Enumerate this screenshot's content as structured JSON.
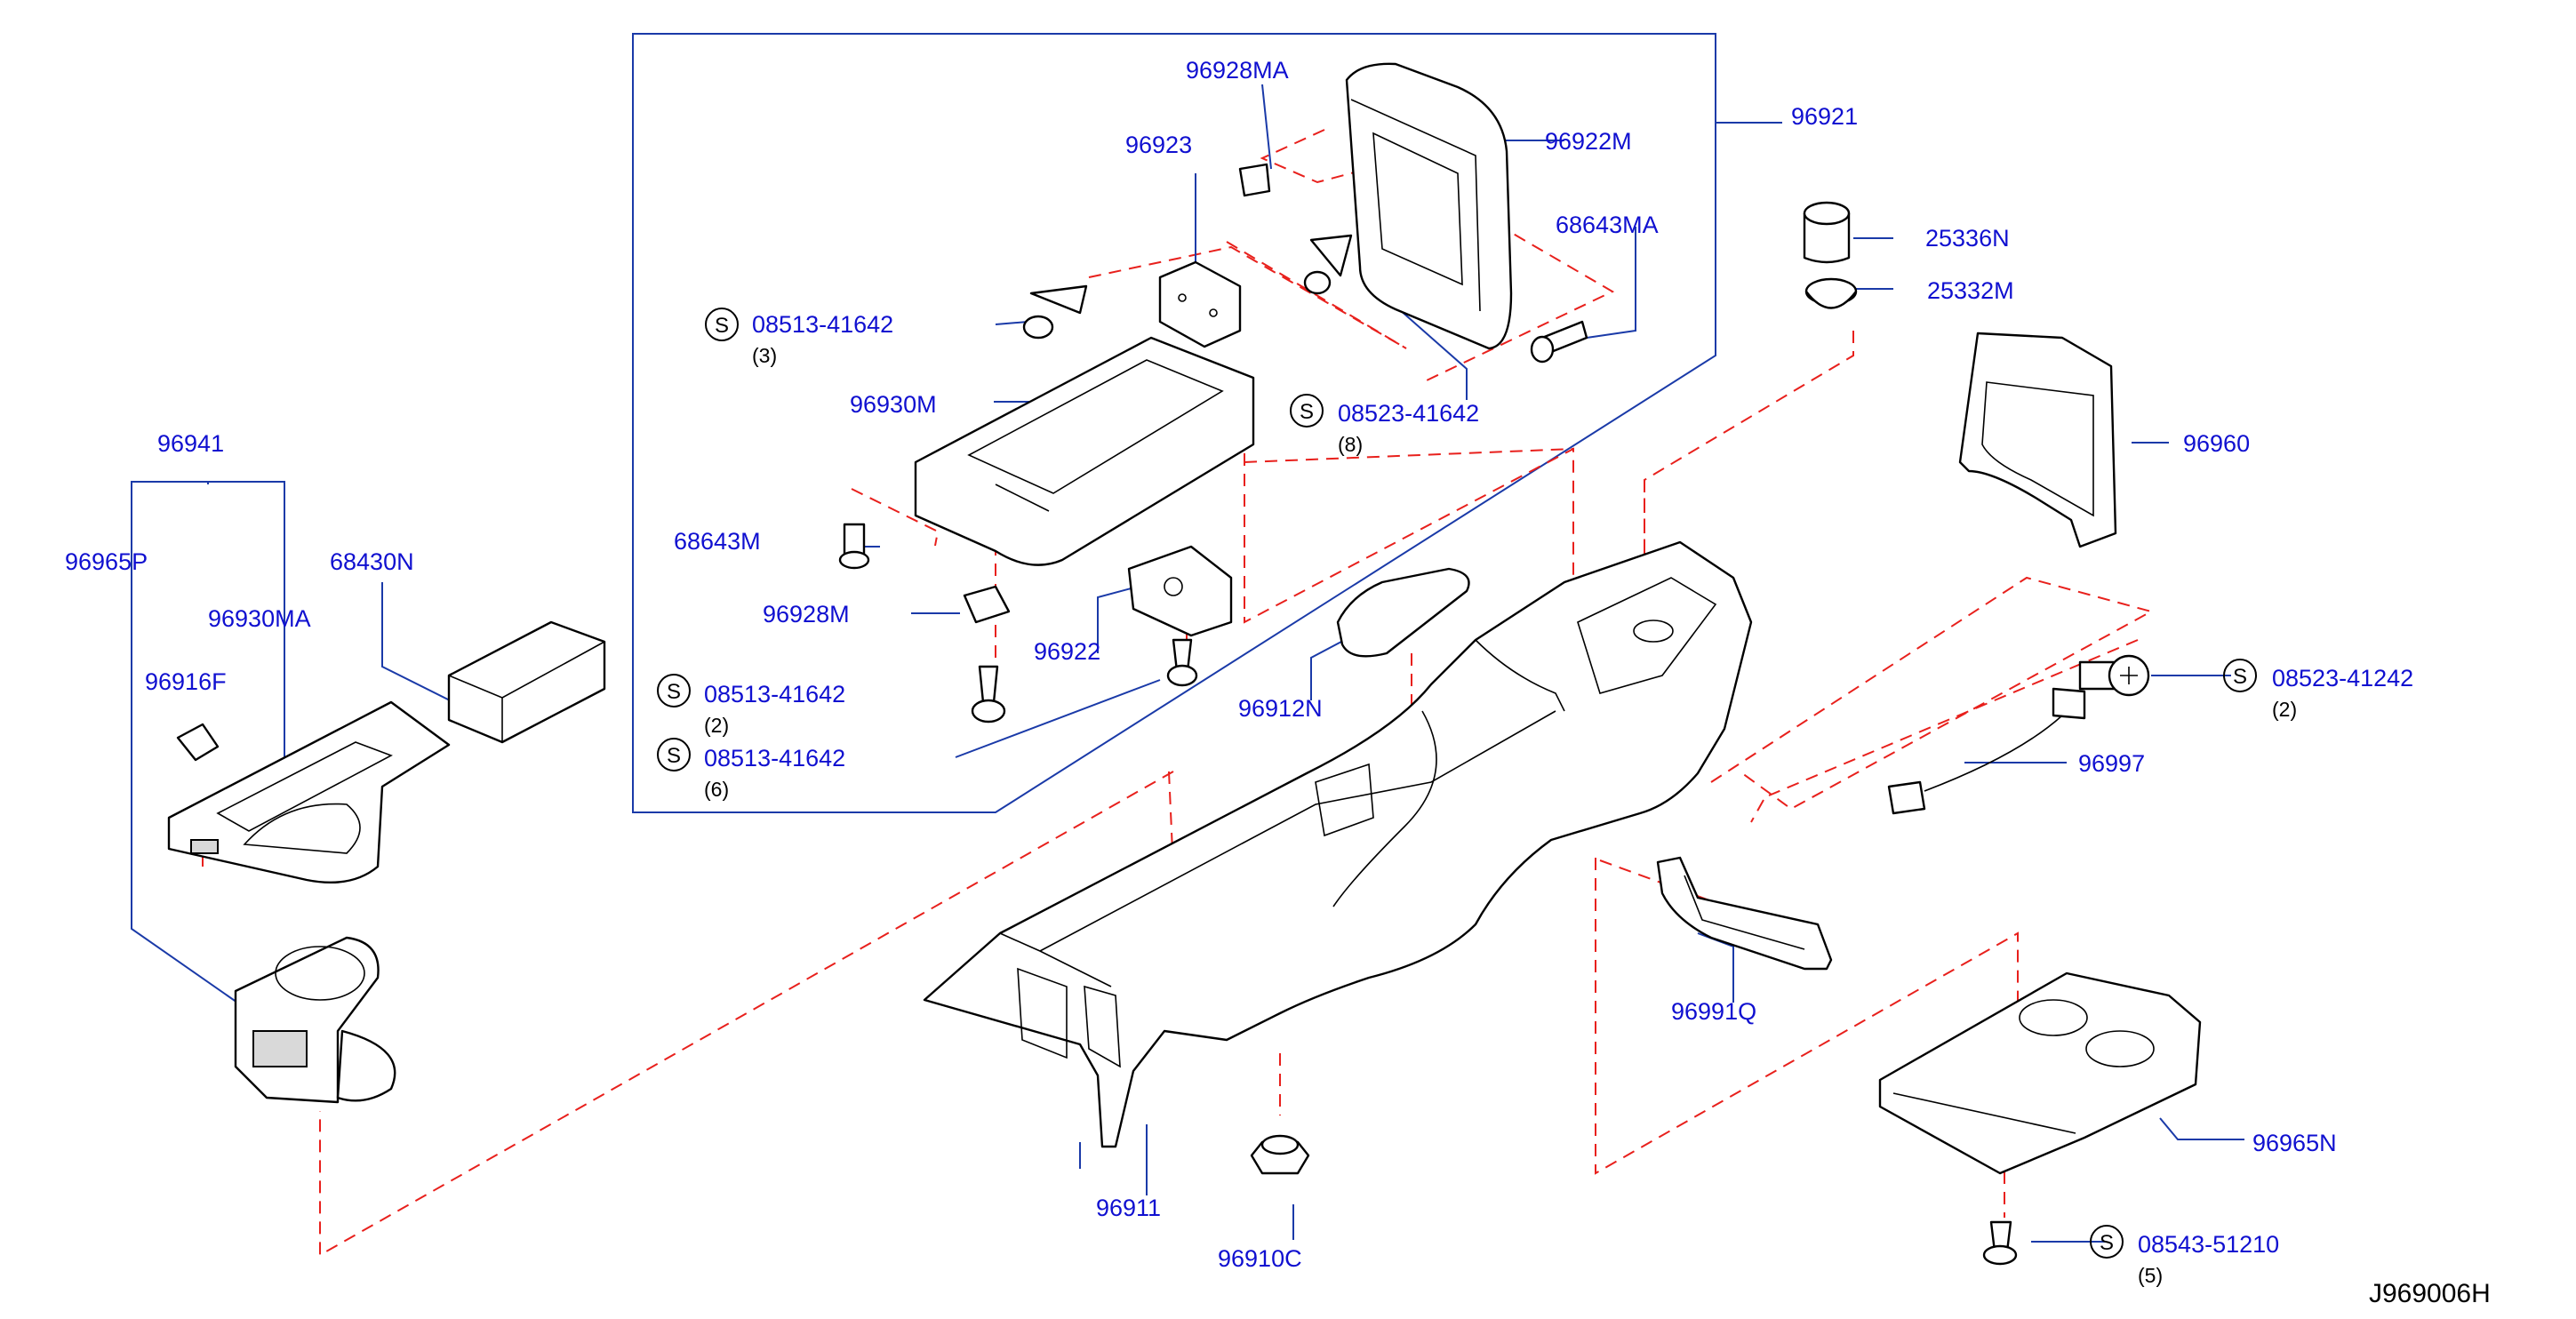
{
  "diagram": {
    "drawing_code": "J969006H",
    "callouts": [
      {
        "id": "c_96928MA",
        "text": "96928MA"
      },
      {
        "id": "c_96922M",
        "text": "96922M"
      },
      {
        "id": "c_96921",
        "text": "96921"
      },
      {
        "id": "c_96923",
        "text": "96923"
      },
      {
        "id": "c_68643MA",
        "text": "68643MA"
      },
      {
        "id": "c_25336N",
        "text": "25336N"
      },
      {
        "id": "c_25332M",
        "text": "25332M"
      },
      {
        "id": "c_08513_1",
        "text": "08513-41642",
        "qty": "(3)"
      },
      {
        "id": "c_96930M",
        "text": "96930M"
      },
      {
        "id": "c_08523_1",
        "text": "08523-41642",
        "qty": "(8)"
      },
      {
        "id": "c_96960",
        "text": "96960"
      },
      {
        "id": "c_96941",
        "text": "96941"
      },
      {
        "id": "c_68643M",
        "text": "68643M"
      },
      {
        "id": "c_96965P",
        "text": "96965P"
      },
      {
        "id": "c_68430N",
        "text": "68430N"
      },
      {
        "id": "c_96930MA",
        "text": "96930MA"
      },
      {
        "id": "c_96928M",
        "text": "96928M"
      },
      {
        "id": "c_96922",
        "text": "96922"
      },
      {
        "id": "c_96916F",
        "text": "96916F"
      },
      {
        "id": "c_08523_2",
        "text": "08523-41242",
        "qty": "(2)"
      },
      {
        "id": "c_08513_2",
        "text": "08513-41642",
        "qty": "(2)"
      },
      {
        "id": "c_96912N",
        "text": "96912N"
      },
      {
        "id": "c_08513_3",
        "text": "08513-41642",
        "qty": "(6)"
      },
      {
        "id": "c_96997",
        "text": "96997"
      },
      {
        "id": "c_96991Q",
        "text": "96991Q"
      },
      {
        "id": "c_96965N",
        "text": "96965N"
      },
      {
        "id": "c_96911",
        "text": "96911"
      },
      {
        "id": "c_08543",
        "text": "08543-51210",
        "qty": "(5)"
      },
      {
        "id": "c_96910C",
        "text": "96910C"
      }
    ],
    "screw_symbol": "S"
  }
}
